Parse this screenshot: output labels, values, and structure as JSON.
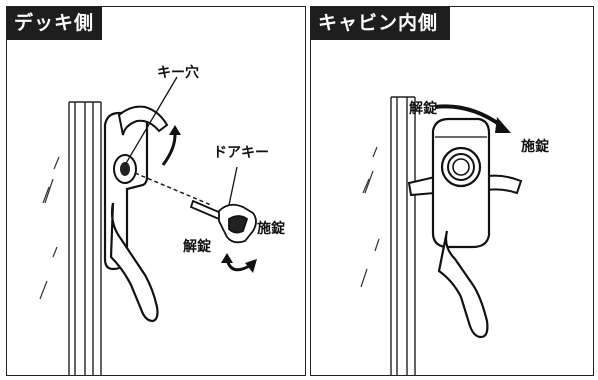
{
  "left_panel": {
    "title": "デッキ側",
    "labels": {
      "keyhole": "キー穴",
      "door_key": "ドアキー",
      "lock": "施錠",
      "unlock": "解錠"
    }
  },
  "right_panel": {
    "title": "キャビン内側",
    "labels": {
      "unlock": "解錠",
      "lock": "施錠"
    }
  }
}
